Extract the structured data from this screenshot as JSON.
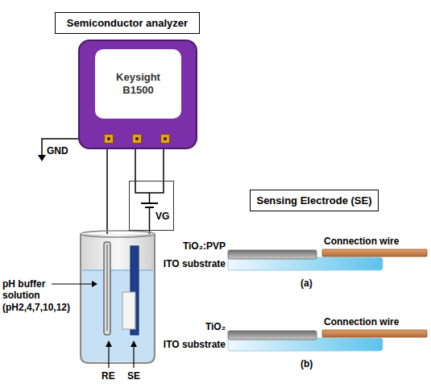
{
  "diagram": {
    "nodes": [
      {
        "text": [
          "Semiconductor analyzer"
        ]
      },
      {
        "text": [
          "Keysight B1500"
        ]
      },
      {
        "text": [
          "VG"
        ]
      },
      {
        "text": [
          "Sensing Electrode (SE)"
        ]
      }
    ],
    "edges": [
      {
        "from": 1,
        "to": 2,
        "arrow": "none"
      },
      {
        "from": 1,
        "to": 2,
        "arrow": "none"
      }
    ],
    "labels": [
      "GND",
      "pH buffer solution (pH2,4,7,10,12)",
      "RE",
      "SE",
      "TiO₂:PVP",
      "Connection wire",
      "ITO substrate",
      "(a)",
      "TiO₂",
      "Connection wire",
      "ITO substrate",
      "(b)"
    ]
  }
}
